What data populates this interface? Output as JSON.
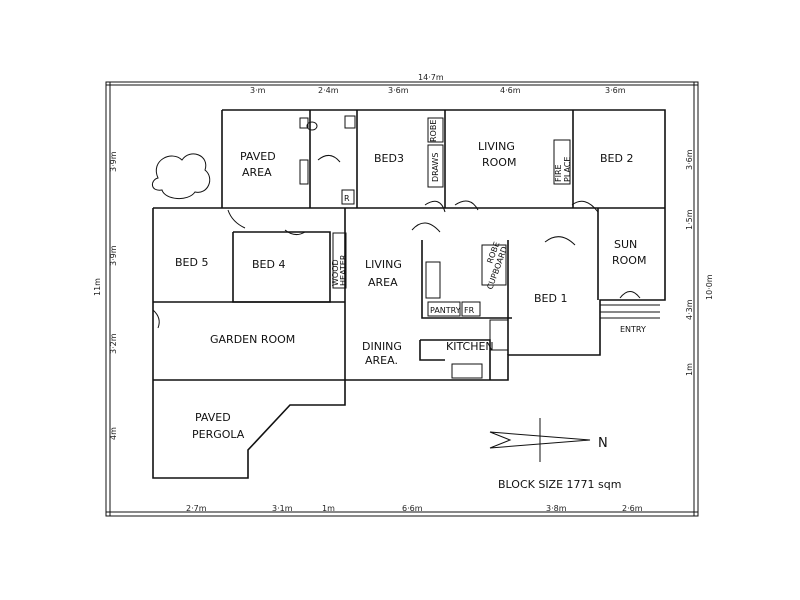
{
  "rooms": {
    "paved_area": [
      "PAVED",
      "AREA"
    ],
    "bed3": "BED3",
    "robe_top": "ROBE",
    "draws": "DRAWS",
    "living_room": [
      "LIVING",
      "ROOM"
    ],
    "fire_place": [
      "FIRE",
      "PLACE"
    ],
    "bed2": "BED 2",
    "bed5": "BED 5",
    "bed4": "BED 4",
    "wood_heater": [
      "WOOD",
      "HEATER"
    ],
    "living_area": [
      "LIVING",
      "AREA"
    ],
    "robe_mid": "ROBE",
    "cupboard": "CUPBOARD",
    "bed1": "BED 1",
    "sun_room": [
      "SUN",
      "ROOM"
    ],
    "entry": "ENTRY",
    "garden_room": "GARDEN ROOM",
    "pantry": "PANTRY",
    "fridge": "FR",
    "dining_area": [
      "DINING",
      "AREA."
    ],
    "kitchen": "KITCHEN",
    "paved_pergola": [
      "PAVED",
      "PERGOLA"
    ],
    "bathroom_r": "R"
  },
  "dimensions": {
    "top_total": "14·7m",
    "top": [
      "3·m",
      "2·4m",
      "3·6m",
      "4·6m",
      "3·6m"
    ],
    "left": [
      "3·9m",
      "3·9m",
      "3·2m",
      "4m"
    ],
    "left_total": "11m",
    "right": [
      "3·6m",
      "1·5m",
      "4·3m",
      "1m"
    ],
    "right_total": "10·0m",
    "bottom": [
      "2·7m",
      "3·1m",
      "1m",
      "6·6m",
      "3·8m",
      "2·6m"
    ]
  },
  "compass": "N",
  "block_size": "BLOCK SIZE 1771 sqm",
  "colors": {
    "ink": "#111111",
    "paper": "#ffffff"
  }
}
